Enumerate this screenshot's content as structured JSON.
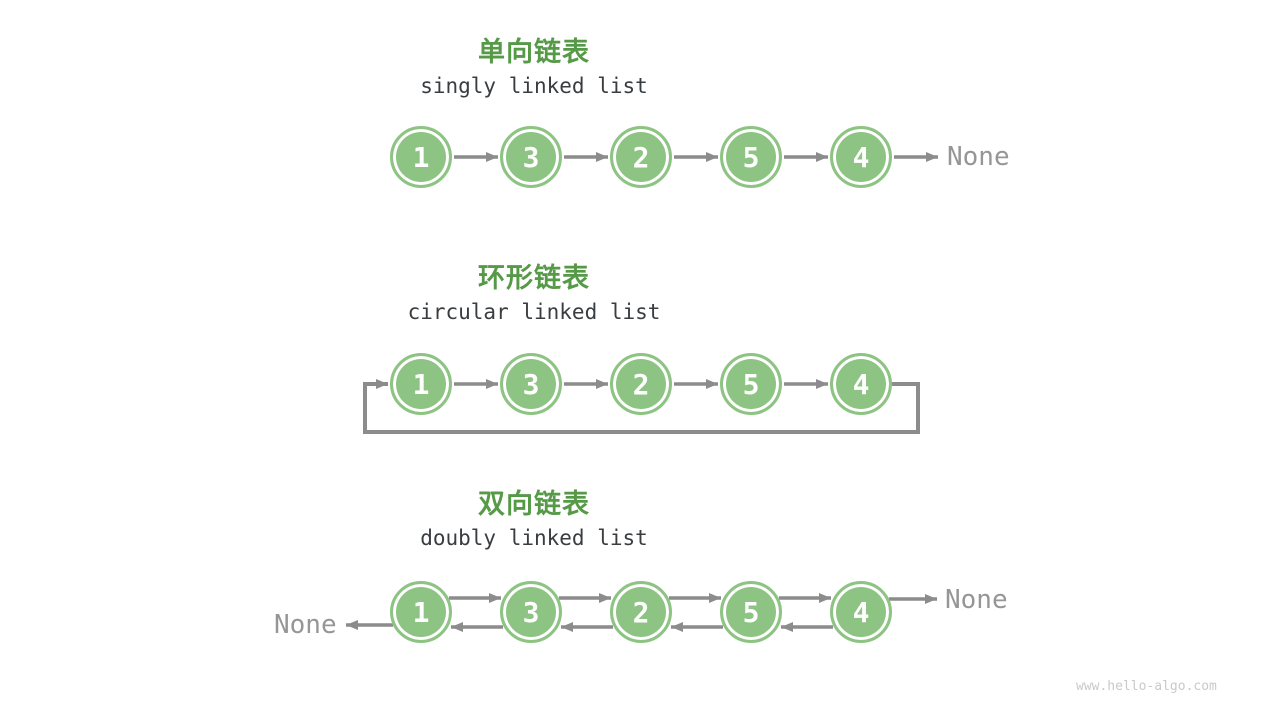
{
  "colors": {
    "node_green": "#8EC483",
    "title_green": "#569A48",
    "subtitle_dark": "#3A3D40",
    "arrow_gray": "#8C8C8C",
    "none_gray": "#969696",
    "watermark_gray": "#C9C9C9",
    "background": "#FFFFFF"
  },
  "sections": [
    {
      "id": "singly",
      "title": "单向链表",
      "subtitle": "singly linked list",
      "nodes": [
        "1",
        "3",
        "2",
        "5",
        "4"
      ],
      "tail_label": "None"
    },
    {
      "id": "circular",
      "title": "环形链表",
      "subtitle": "circular linked list",
      "nodes": [
        "1",
        "3",
        "2",
        "5",
        "4"
      ]
    },
    {
      "id": "doubly",
      "title": "双向链表",
      "subtitle": "doubly linked list",
      "nodes": [
        "1",
        "3",
        "2",
        "5",
        "4"
      ],
      "head_label": "None",
      "tail_label": "None"
    }
  ],
  "watermark": "www.hello-algo.com"
}
